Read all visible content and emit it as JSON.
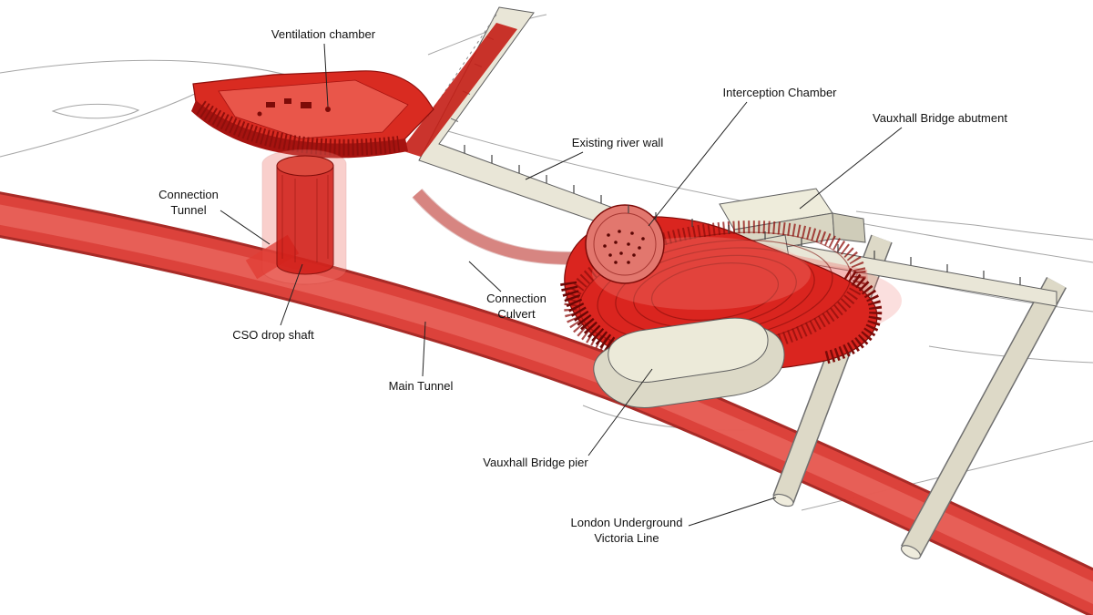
{
  "page": {
    "background": "#ffffff",
    "description": "3D engineering cutaway diagram of CSO interception works at Vauxhall Bridge"
  },
  "labels": {
    "ventilation_chamber": "Ventilation chamber",
    "interception_chamber": "Interception Chamber",
    "vauxhall_bridge_abutment": "Vauxhall Bridge abutment",
    "existing_river_wall": "Existing river wall",
    "connection_tunnel": {
      "line1": "Connection",
      "line2": "Tunnel"
    },
    "connection_culvert": {
      "line1": "Connection",
      "line2": "Culvert"
    },
    "cso_drop_shaft": "CSO drop shaft",
    "main_tunnel": "Main Tunnel",
    "vauxhall_bridge_pier": "Vauxhall Bridge pier",
    "victoria_line": {
      "line1": "London Underground",
      "line2": "Victoria Line"
    }
  },
  "colors": {
    "structure_red": "#d8251e",
    "structure_red_dark": "#8e0f0c",
    "tunnel_red": "#e04a42",
    "concrete_beige": "#e7e4d4",
    "concrete_beige_shade": "#d7d4c1",
    "outline_gray": "#5f5f5f",
    "sketch_gray": "#a0a0a0",
    "label_text": "#111111"
  }
}
